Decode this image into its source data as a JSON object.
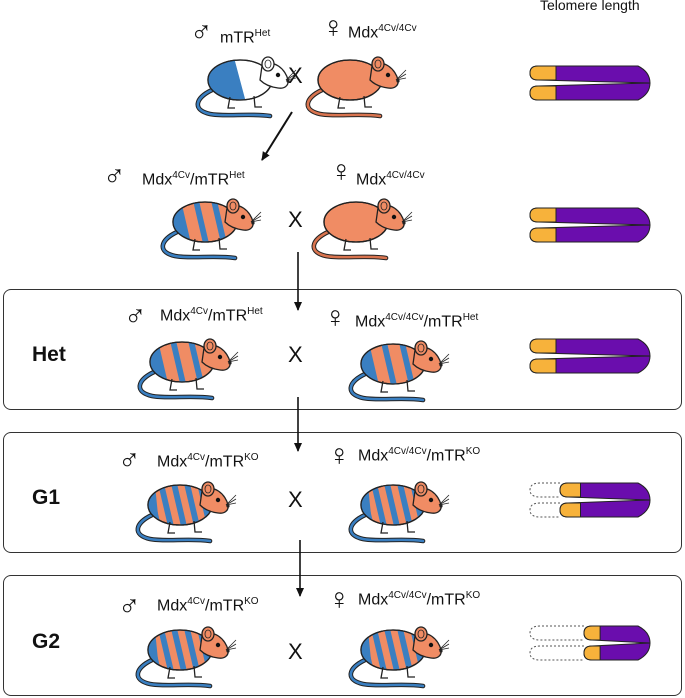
{
  "telomere_title": "Telomere length",
  "crosses": [
    {
      "gen": "",
      "male": {
        "base": "mTR",
        "sup1": "Het",
        "mid": "",
        "sup2": ""
      },
      "female": {
        "base": "Mdx",
        "sup1": "4Cv/4Cv",
        "mid": "",
        "sup2": ""
      },
      "x": "X"
    },
    {
      "gen": "",
      "male": {
        "base": "Mdx",
        "sup1": "4Cv",
        "mid": "/mTR",
        "sup2": "Het"
      },
      "female": {
        "base": "Mdx",
        "sup1": "4Cv/4Cv",
        "mid": "",
        "sup2": ""
      },
      "x": "X"
    },
    {
      "gen": "Het",
      "male": {
        "base": "Mdx",
        "sup1": "4Cv",
        "mid": "/mTR",
        "sup2": "Het"
      },
      "female": {
        "base": "Mdx",
        "sup1": "4Cv/4Cv",
        "mid": "/mTR",
        "sup2": "Het"
      },
      "x": "X"
    },
    {
      "gen": "G1",
      "male": {
        "base": "Mdx",
        "sup1": "4Cv",
        "mid": "/mTR",
        "sup2": "KO"
      },
      "female": {
        "base": "Mdx",
        "sup1": "4Cv/4Cv",
        "mid": "/mTR",
        "sup2": "KO"
      },
      "x": "X"
    },
    {
      "gen": "G2",
      "male": {
        "base": "Mdx",
        "sup1": "4Cv",
        "mid": "/mTR",
        "sup2": "KO"
      },
      "female": {
        "base": "Mdx",
        "sup1": "4Cv/4Cv",
        "mid": "/mTR",
        "sup2": "KO"
      },
      "x": "X"
    }
  ],
  "symbols": {
    "male": "♂",
    "female": "♀"
  },
  "colors": {
    "mouse_orange": "#f08c64",
    "mouse_blue": "#3a7fc1",
    "telomere_orange": "#f7b23b",
    "telomere_purple": "#6a0dad"
  },
  "telomere_levels": [
    1.0,
    1.0,
    1.0,
    0.75,
    0.55
  ]
}
